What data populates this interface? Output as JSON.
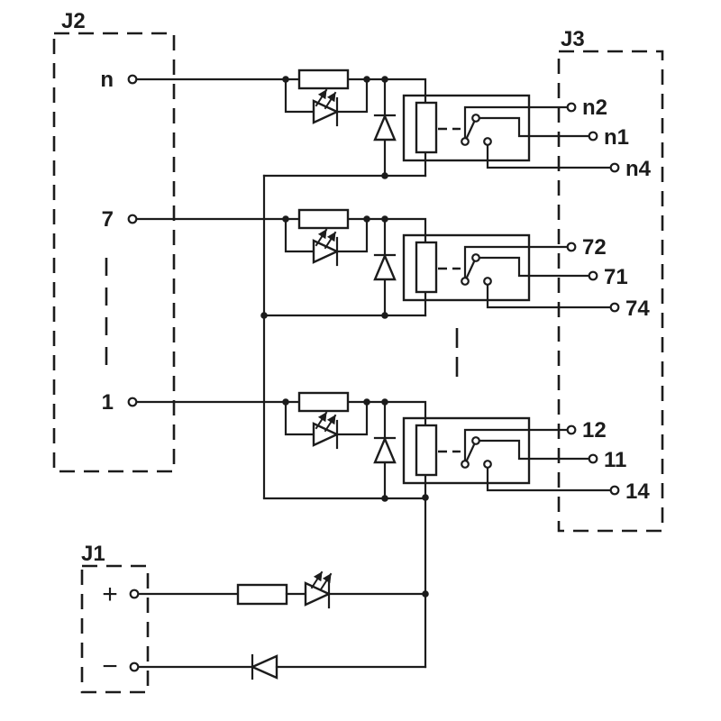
{
  "connectors": {
    "j2": {
      "label": "J2"
    },
    "j3": {
      "label": "J3"
    },
    "j1": {
      "label": "J1",
      "pins": [
        "+",
        "−"
      ]
    }
  },
  "channels": [
    {
      "input": "n",
      "t2": "n2",
      "t1": "n1",
      "t4": "n4"
    },
    {
      "input": "7",
      "t2": "72",
      "t1": "71",
      "t4": "74"
    },
    {
      "input": "1",
      "t2": "12",
      "t1": "11",
      "t4": "14"
    }
  ],
  "colors": {
    "line": "#1c1c1c",
    "background": "#ffffff"
  }
}
